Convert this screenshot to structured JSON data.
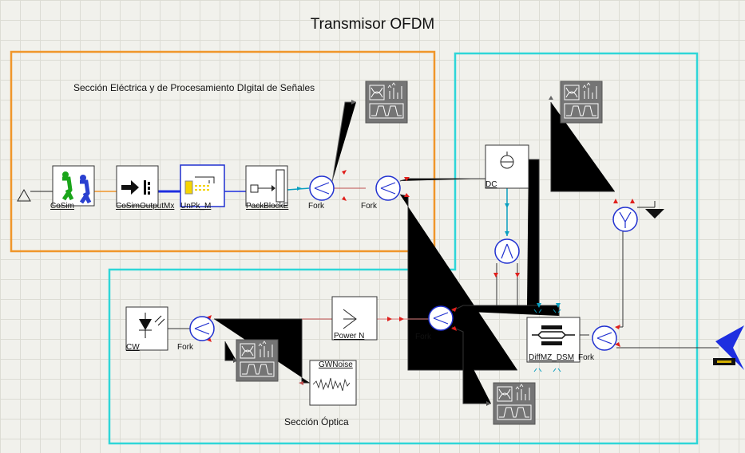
{
  "title": "Transmisor OFDM",
  "sections": {
    "electrical": "Sección Eléctrica y de Procesamiento DIgital de Señales",
    "optical": "Sección Óptica"
  },
  "blocks": {
    "cosim": "CoSim",
    "cosim_output": "CoSimOutputMx",
    "unpk": "UnPk_M",
    "packblock": "PackBlockE",
    "fork1": "Fork",
    "fork2": "Fork",
    "dc": "DC",
    "cw": "CW",
    "fork_cw": "Fork",
    "power": "Power N",
    "gwnoise": "GWNoise",
    "fork_opt": "Fork",
    "diffmz": "DiffMZ_DSM",
    "fork_out": "Fork"
  },
  "colors": {
    "electrical_border": "#f0962a",
    "optical_border": "#2fd6d8",
    "signal_red": "#e0201c",
    "optical_cyan": "#0a9fc0",
    "electrical_blue": "#1e2ee0"
  }
}
